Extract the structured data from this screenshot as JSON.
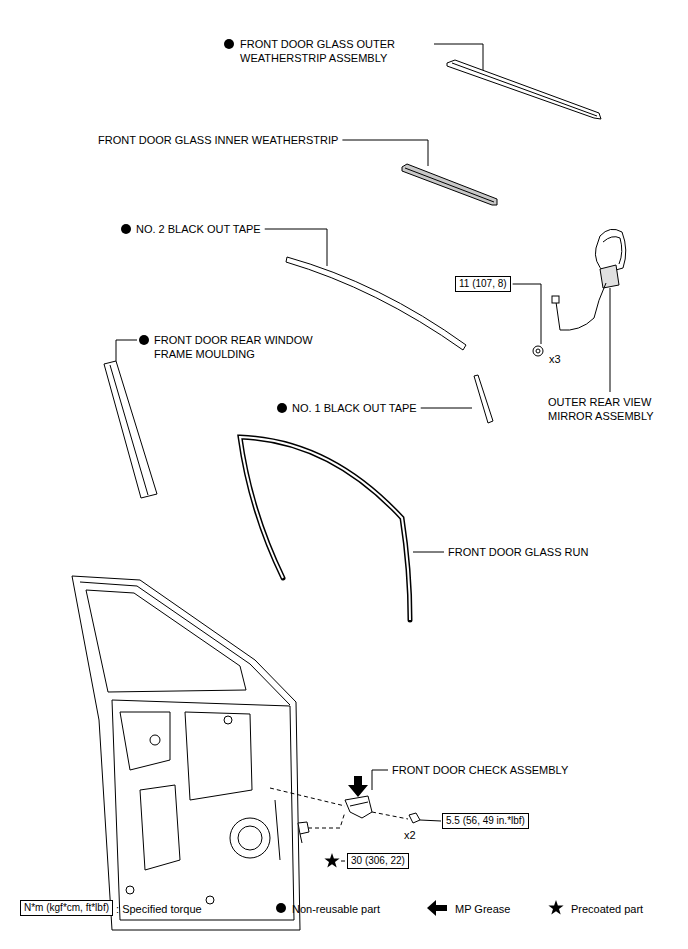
{
  "diagram": {
    "nodes": [
      {
        "text": [
          "11 (107, 8)"
        ]
      },
      {
        "text": [
          "5.5 (56, 49 in.*lbf)"
        ]
      },
      {
        "text": [
          "30 (306, 22)"
        ]
      },
      {
        "text": [
          "N*m (kgf*cm, ft*lbf)"
        ]
      }
    ],
    "labels": [
      "FRONT DOOR GLASS OUTER WEATHERSTRIP ASSEMBLY",
      "FRONT DOOR GLASS INNER WEATHERSTRIP",
      "NO. 2 BLACK OUT TAPE",
      "x3",
      "OUTER REAR VIEW MIRROR ASSEMBLY",
      "FRONT DOOR REAR WINDOW FRAME MOULDING",
      "NO. 1 BLACK OUT TAPE",
      "FRONT DOOR GLASS RUN",
      "FRONT DOOR CHECK ASSEMBLY",
      "x2"
    ],
    "legend": [
      {
        "text": ": Specified torque"
      },
      {
        "text": "Non-reusable part"
      },
      {
        "text": "MP Grease"
      },
      {
        "text": "Precoated part"
      }
    ]
  }
}
